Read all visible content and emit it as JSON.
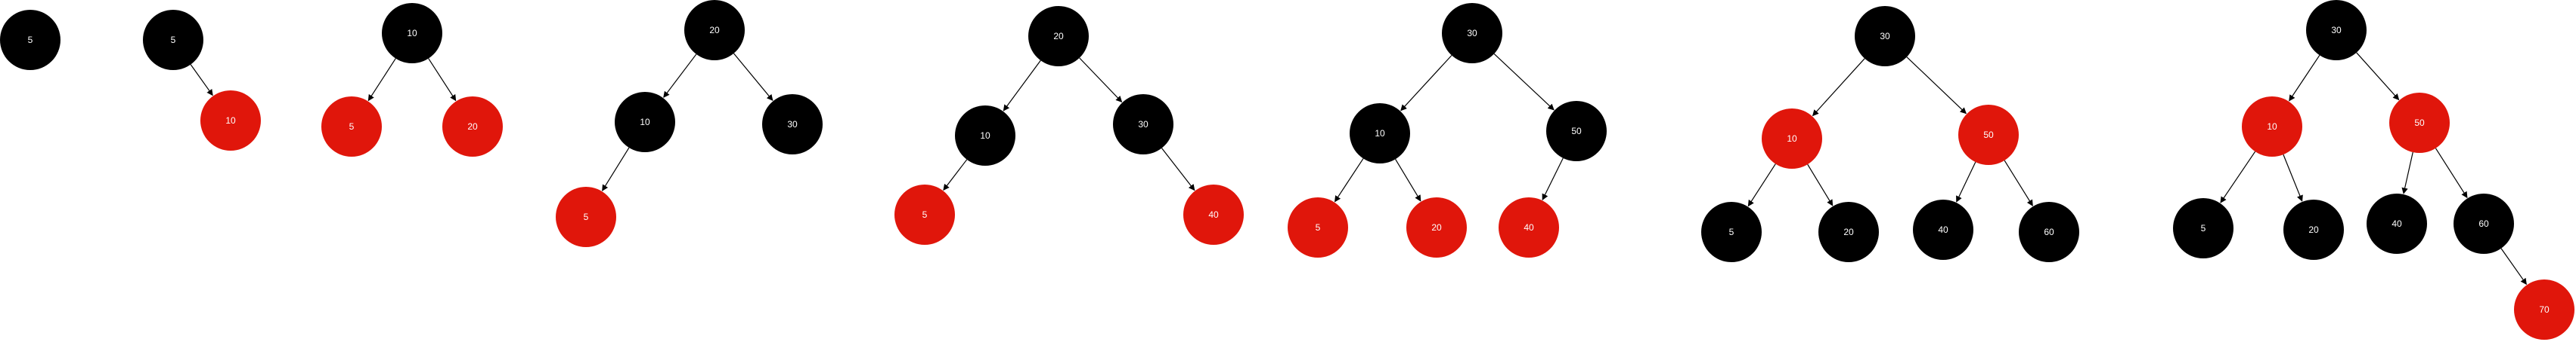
{
  "colors": {
    "red": "#e0160b",
    "black": "#000000",
    "node_text": "#ffffff",
    "edge": "#000000",
    "background": "#ffffff"
  },
  "trees": [
    {
      "step": 1,
      "nodes": [
        {
          "id": "a",
          "label": "5",
          "color": "black"
        }
      ],
      "edges": []
    },
    {
      "step": 2,
      "nodes": [
        {
          "id": "a",
          "label": "5",
          "color": "black"
        },
        {
          "id": "b",
          "label": "10",
          "color": "red"
        }
      ],
      "edges": [
        [
          "a",
          "b"
        ]
      ]
    },
    {
      "step": 3,
      "nodes": [
        {
          "id": "a",
          "label": "10",
          "color": "black"
        },
        {
          "id": "b",
          "label": "5",
          "color": "red"
        },
        {
          "id": "c",
          "label": "20",
          "color": "red"
        }
      ],
      "edges": [
        [
          "a",
          "b"
        ],
        [
          "a",
          "c"
        ]
      ]
    },
    {
      "step": 4,
      "nodes": [
        {
          "id": "a",
          "label": "20",
          "color": "black"
        },
        {
          "id": "b",
          "label": "10",
          "color": "black"
        },
        {
          "id": "c",
          "label": "30",
          "color": "black"
        },
        {
          "id": "d",
          "label": "5",
          "color": "red"
        }
      ],
      "edges": [
        [
          "a",
          "b"
        ],
        [
          "a",
          "c"
        ],
        [
          "b",
          "d"
        ]
      ]
    },
    {
      "step": 5,
      "nodes": [
        {
          "id": "a",
          "label": "20",
          "color": "black"
        },
        {
          "id": "b",
          "label": "10",
          "color": "black"
        },
        {
          "id": "c",
          "label": "30",
          "color": "black"
        },
        {
          "id": "d",
          "label": "5",
          "color": "red"
        },
        {
          "id": "e",
          "label": "40",
          "color": "red"
        }
      ],
      "edges": [
        [
          "a",
          "b"
        ],
        [
          "a",
          "c"
        ],
        [
          "b",
          "d"
        ],
        [
          "c",
          "e"
        ]
      ]
    },
    {
      "step": 6,
      "nodes": [
        {
          "id": "a",
          "label": "30",
          "color": "black"
        },
        {
          "id": "b",
          "label": "10",
          "color": "black"
        },
        {
          "id": "c",
          "label": "50",
          "color": "black"
        },
        {
          "id": "d",
          "label": "5",
          "color": "red"
        },
        {
          "id": "e",
          "label": "20",
          "color": "red"
        },
        {
          "id": "f",
          "label": "40",
          "color": "red"
        }
      ],
      "edges": [
        [
          "a",
          "b"
        ],
        [
          "a",
          "c"
        ],
        [
          "b",
          "d"
        ],
        [
          "b",
          "e"
        ],
        [
          "c",
          "f"
        ]
      ]
    },
    {
      "step": 7,
      "nodes": [
        {
          "id": "a",
          "label": "30",
          "color": "black"
        },
        {
          "id": "b",
          "label": "10",
          "color": "red"
        },
        {
          "id": "c",
          "label": "50",
          "color": "red"
        },
        {
          "id": "d",
          "label": "5",
          "color": "black"
        },
        {
          "id": "e",
          "label": "20",
          "color": "black"
        },
        {
          "id": "f",
          "label": "40",
          "color": "black"
        },
        {
          "id": "g",
          "label": "60",
          "color": "black"
        }
      ],
      "edges": [
        [
          "a",
          "b"
        ],
        [
          "a",
          "c"
        ],
        [
          "b",
          "d"
        ],
        [
          "b",
          "e"
        ],
        [
          "c",
          "f"
        ],
        [
          "c",
          "g"
        ]
      ]
    },
    {
      "step": 8,
      "nodes": [
        {
          "id": "a",
          "label": "30",
          "color": "black"
        },
        {
          "id": "b",
          "label": "10",
          "color": "red"
        },
        {
          "id": "c",
          "label": "50",
          "color": "red"
        },
        {
          "id": "d",
          "label": "5",
          "color": "black"
        },
        {
          "id": "e",
          "label": "20",
          "color": "black"
        },
        {
          "id": "f",
          "label": "40",
          "color": "black"
        },
        {
          "id": "g",
          "label": "60",
          "color": "black"
        },
        {
          "id": "h",
          "label": "70",
          "color": "red"
        }
      ],
      "edges": [
        [
          "a",
          "b"
        ],
        [
          "a",
          "c"
        ],
        [
          "b",
          "d"
        ],
        [
          "b",
          "e"
        ],
        [
          "c",
          "f"
        ],
        [
          "c",
          "g"
        ],
        [
          "g",
          "h"
        ]
      ]
    }
  ]
}
